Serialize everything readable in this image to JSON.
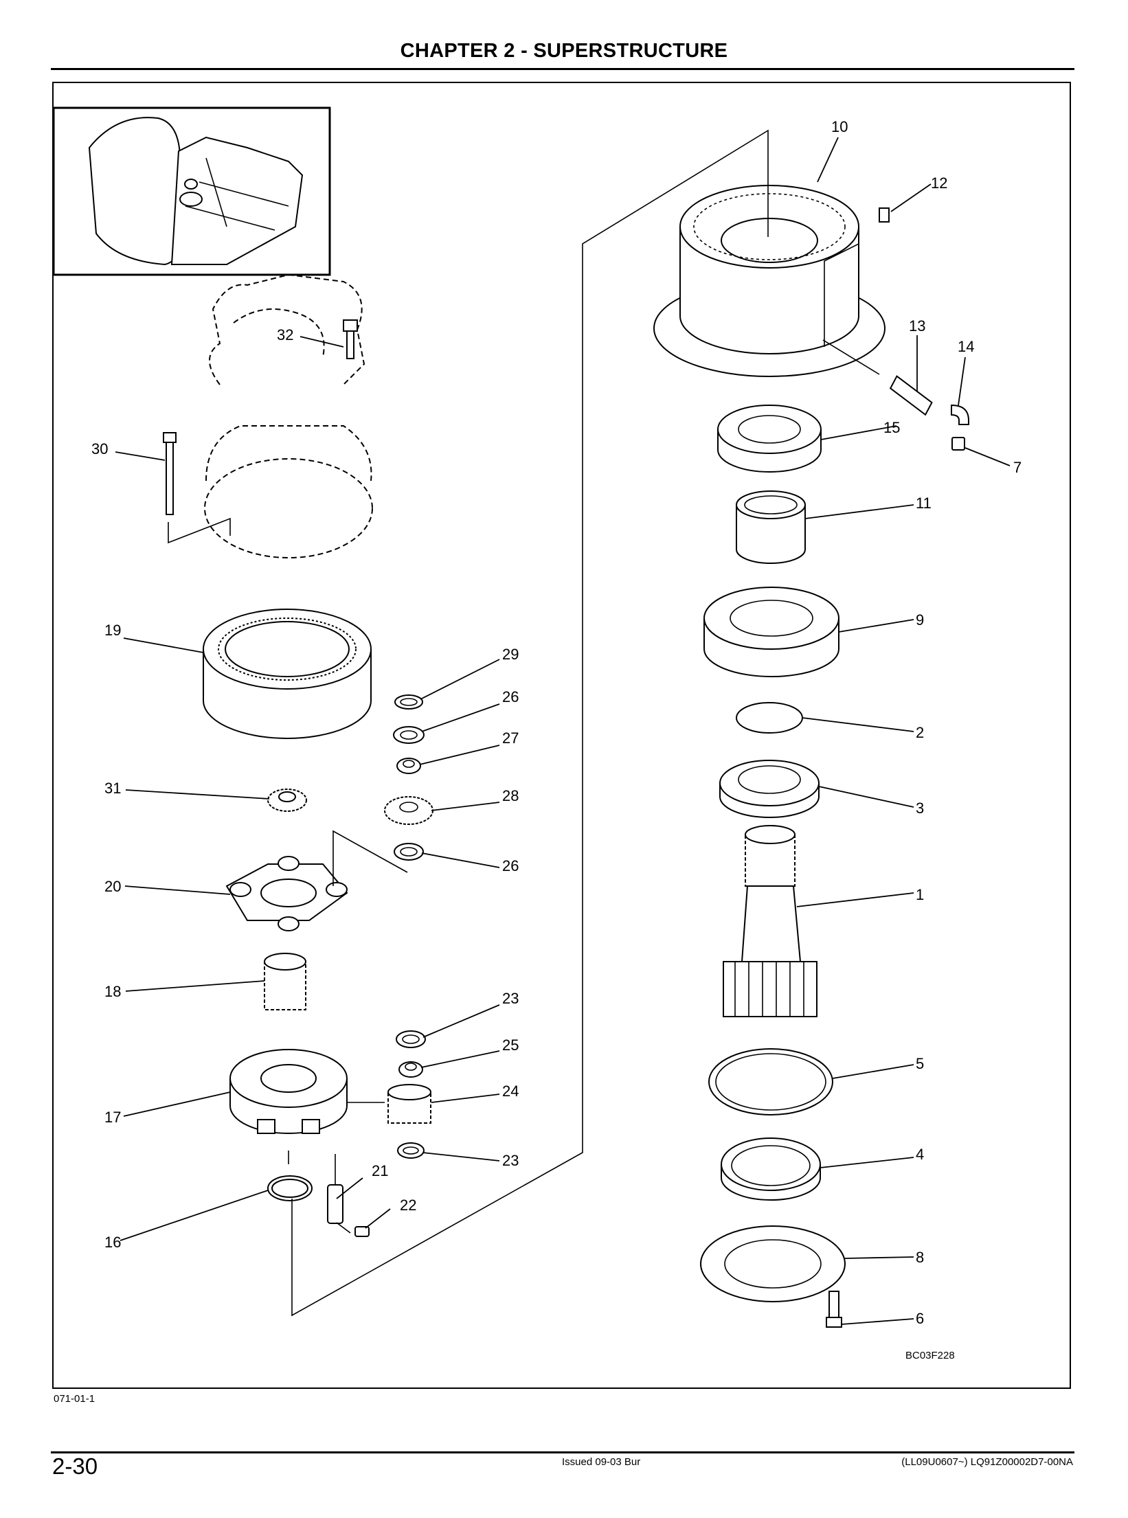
{
  "header": {
    "chapter_title": "CHAPTER 2 - SUPERSTRUCTURE"
  },
  "figure": {
    "figure_code": "BC03F228",
    "reference": "071-01-1",
    "callouts": [
      "1",
      "2",
      "3",
      "4",
      "5",
      "6",
      "7",
      "8",
      "9",
      "10",
      "11",
      "12",
      "13",
      "14",
      "15",
      "16",
      "17",
      "18",
      "19",
      "20",
      "21",
      "22",
      "23",
      "23",
      "24",
      "25",
      "26",
      "26",
      "27",
      "28",
      "29",
      "30",
      "31",
      "32"
    ]
  },
  "footer": {
    "page_number": "2-30",
    "issued": "Issued 09-03   Bur",
    "doc_id": "(LL09U0607~)   LQ91Z00002D7-00NA"
  }
}
